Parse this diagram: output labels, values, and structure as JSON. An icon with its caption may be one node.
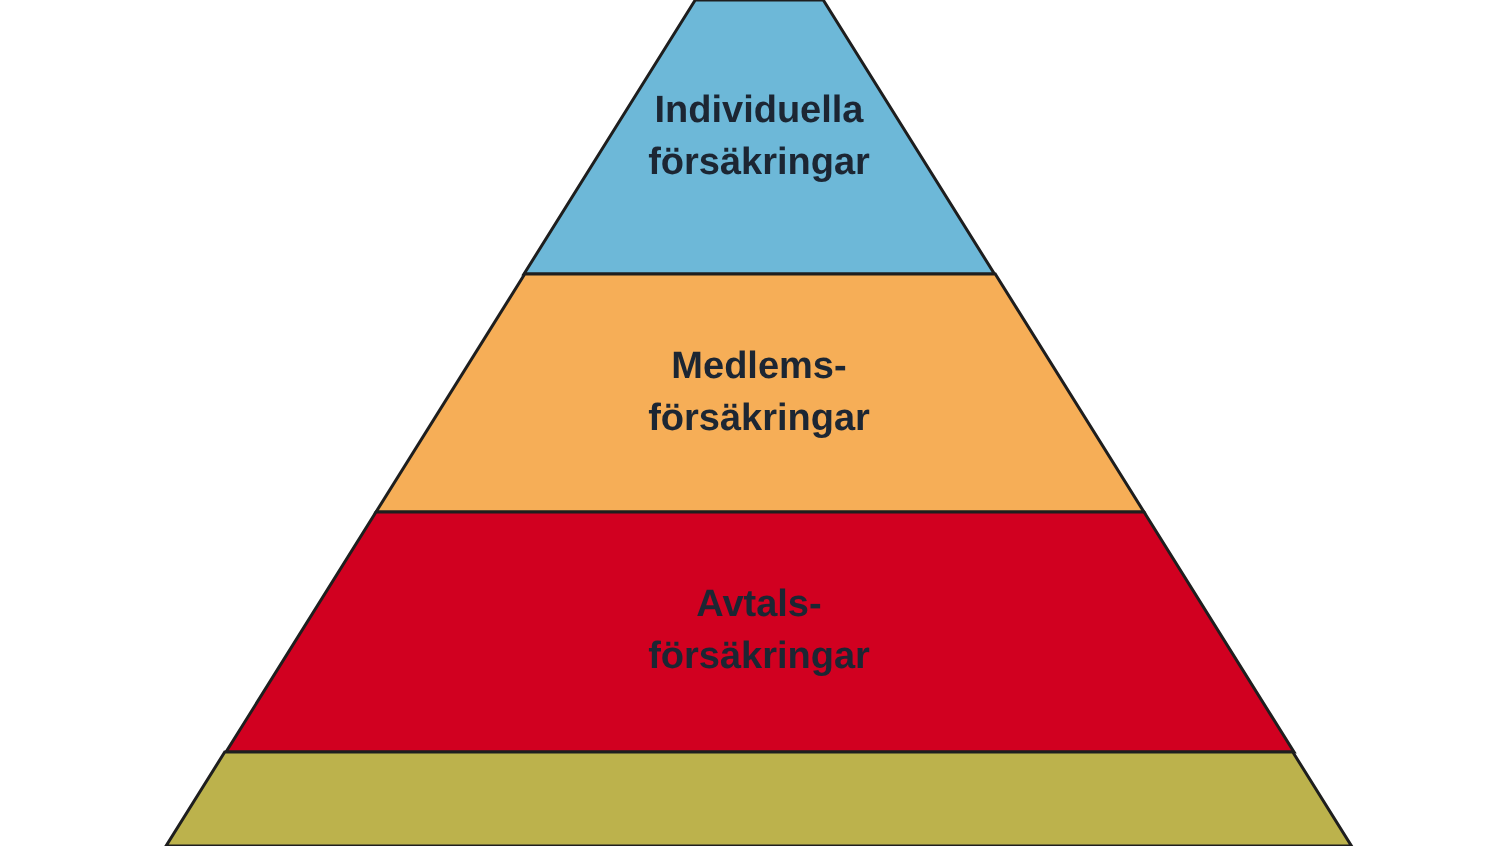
{
  "diagram": {
    "nodes": [
      {
        "text": [
          "Individuella försäkringar"
        ]
      },
      {
        "text": [
          "Medlems- försäkringar"
        ]
      },
      {
        "text": [
          "Avtals- försäkringar"
        ]
      },
      {
        "text": [],
        "shape": "trapezoid"
      }
    ]
  }
}
